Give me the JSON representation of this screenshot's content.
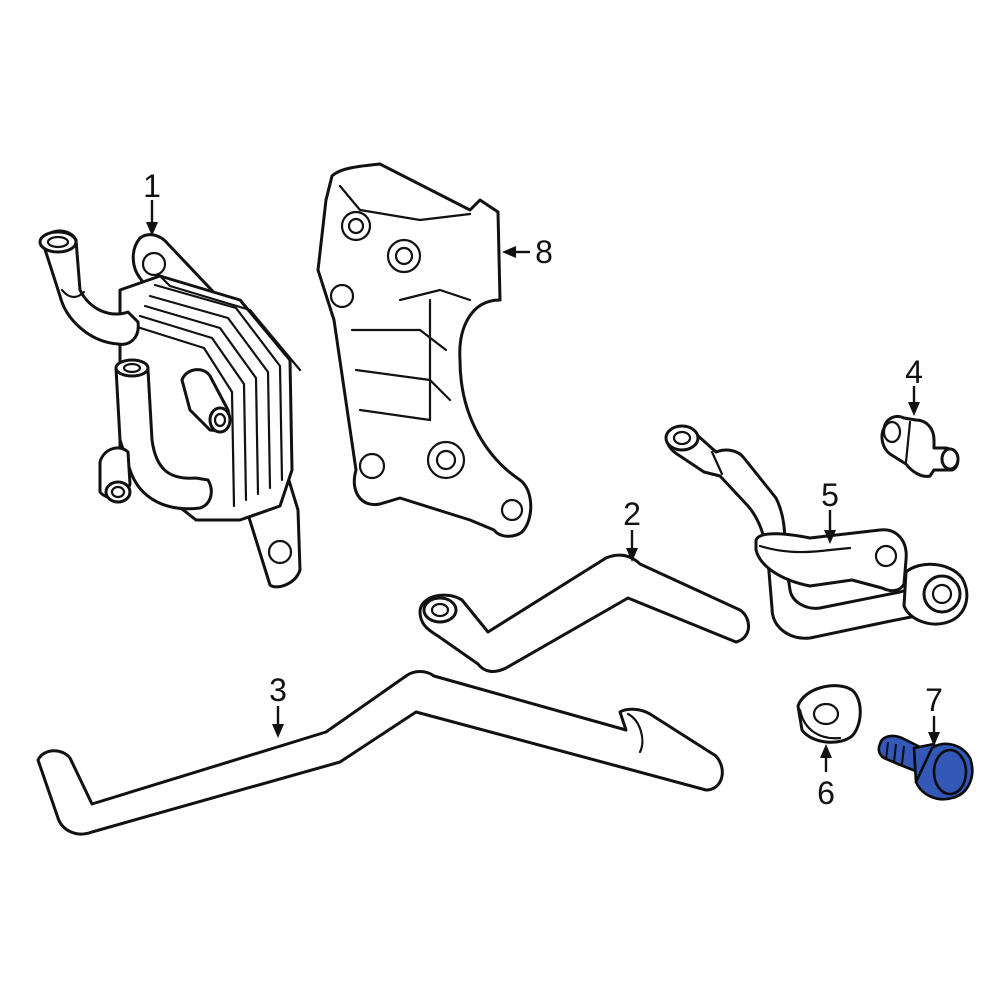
{
  "diagram": {
    "callouts": [
      {
        "id": "1",
        "label": "1"
      },
      {
        "id": "2",
        "label": "2"
      },
      {
        "id": "3",
        "label": "3"
      },
      {
        "id": "4",
        "label": "4"
      },
      {
        "id": "5",
        "label": "5"
      },
      {
        "id": "6",
        "label": "6"
      },
      {
        "id": "7",
        "label": "7"
      },
      {
        "id": "8",
        "label": "8"
      }
    ],
    "highlighted_part": "7",
    "highlight_color": "#3358b8",
    "line_color": "#111111",
    "background_color": "#ffffff"
  }
}
